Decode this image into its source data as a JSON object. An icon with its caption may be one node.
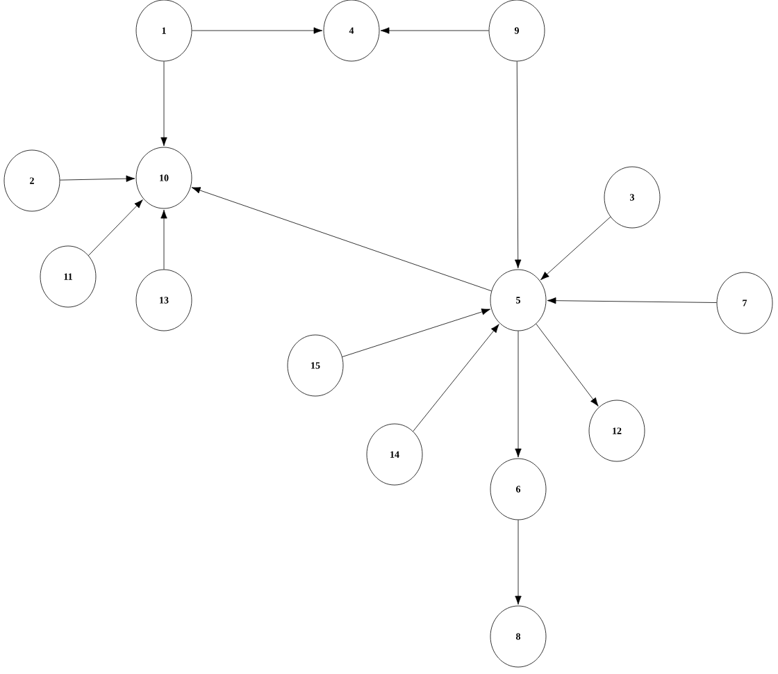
{
  "diagram": {
    "nodes": [
      {
        "text": [
          "1"
        ]
      },
      {
        "text": [
          "4"
        ]
      },
      {
        "text": [
          "9"
        ]
      },
      {
        "text": [
          "2"
        ]
      },
      {
        "text": [
          "10"
        ]
      },
      {
        "text": [
          "3"
        ]
      },
      {
        "text": [
          "11"
        ]
      },
      {
        "text": [
          "13"
        ]
      },
      {
        "text": [
          "5"
        ]
      },
      {
        "text": [
          "7"
        ]
      },
      {
        "text": [
          "15"
        ]
      },
      {
        "text": [
          "12"
        ]
      },
      {
        "text": [
          "14"
        ]
      },
      {
        "text": [
          "6"
        ]
      },
      {
        "text": [
          "8"
        ]
      }
    ],
    "edges": [
      {
        "from": 0,
        "to": 1,
        "arrow": "to"
      },
      {
        "from": 2,
        "to": 1,
        "arrow": "to"
      },
      {
        "from": 0,
        "to": 4,
        "arrow": "to"
      },
      {
        "from": 3,
        "to": 4,
        "arrow": "to"
      },
      {
        "from": 6,
        "to": 4,
        "arrow": "to"
      },
      {
        "from": 7,
        "to": 4,
        "arrow": "to"
      },
      {
        "from": 8,
        "to": 4,
        "arrow": "to"
      },
      {
        "from": 2,
        "to": 8,
        "arrow": "to"
      },
      {
        "from": 5,
        "to": 8,
        "arrow": "to"
      },
      {
        "from": 9,
        "to": 8,
        "arrow": "to"
      },
      {
        "from": 10,
        "to": 8,
        "arrow": "to"
      },
      {
        "from": 12,
        "to": 8,
        "arrow": "to"
      },
      {
        "from": 8,
        "to": 11,
        "arrow": "to"
      },
      {
        "from": 8,
        "to": 13,
        "arrow": "to"
      },
      {
        "from": 13,
        "to": 14,
        "arrow": "to"
      }
    ]
  }
}
